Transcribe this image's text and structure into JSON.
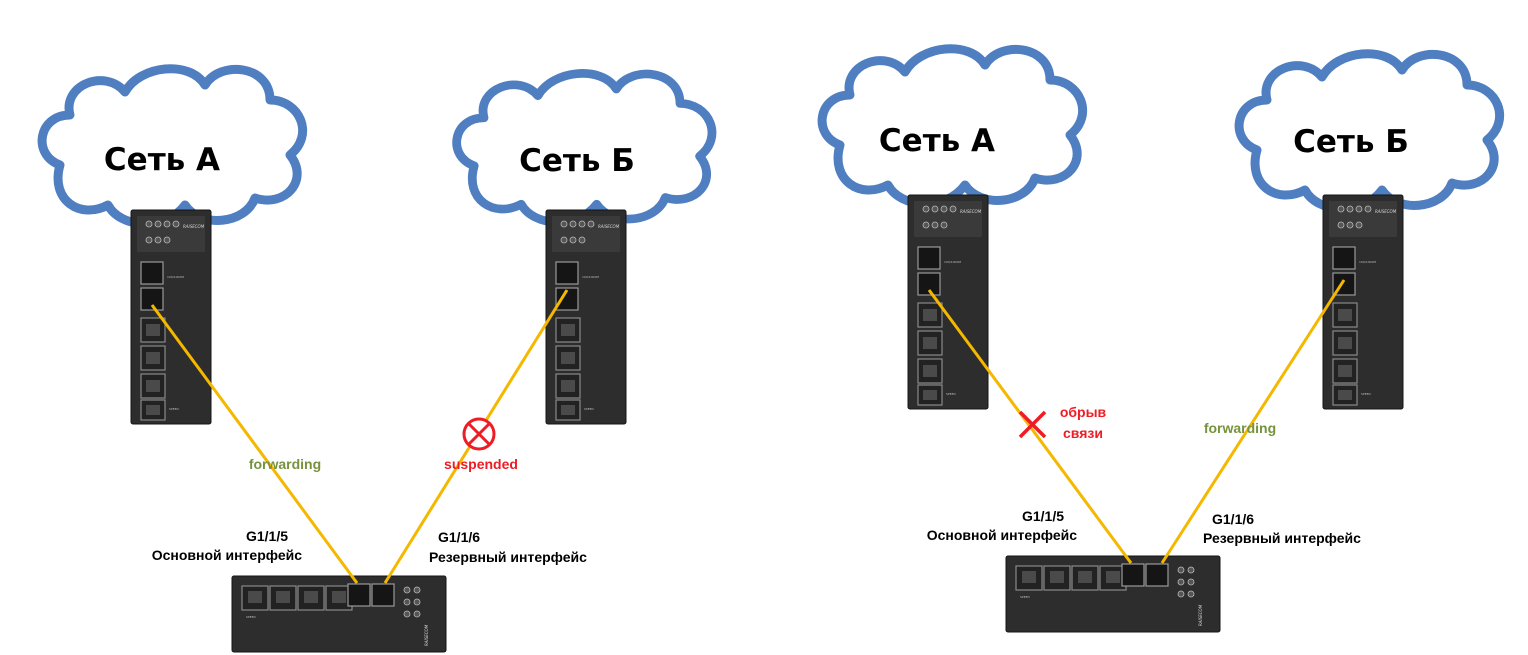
{
  "left_scenario": {
    "cloud_a": "Сеть А",
    "cloud_b": "Сеть Б",
    "link_primary_state": "forwarding",
    "link_backup_state": "suspended",
    "port_primary_id": "G1/1/5",
    "port_primary_role": "Основной интерфейс",
    "port_backup_id": "G1/1/6",
    "port_backup_role": "Резервный интерфейс"
  },
  "right_scenario": {
    "cloud_a": "Сеть А",
    "cloud_b": "Сеть Б",
    "break_label_line1": "обрыв",
    "break_label_line2": "связи",
    "link_backup_state": "forwarding",
    "port_primary_id": "G1/1/5",
    "port_primary_role": "Основной интерфейс",
    "port_backup_id": "G1/1/6",
    "port_backup_role": "Резервный интерфейс"
  },
  "device": {
    "brand": "RAISECOM"
  },
  "colors": {
    "cloud_outline": "#4f7fc0",
    "link": "#f5b800",
    "state_ok": "#76923c",
    "state_fail": "#ee1c24"
  }
}
